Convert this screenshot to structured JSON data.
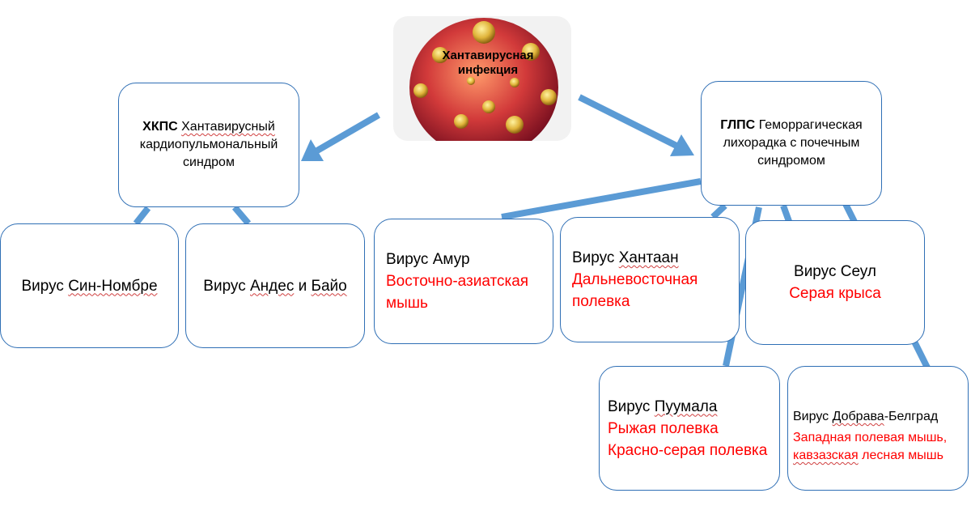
{
  "center": {
    "title_line1": "Хантавирусная",
    "title_line2": "инфекция"
  },
  "hkps": {
    "abbr": "ХКПС",
    "word1": "Хантавирусный",
    "line2": "кардиопульмональный",
    "line3": "синдром"
  },
  "glps": {
    "abbr": "ГЛПС",
    "line1_rest": "Геморрагическая",
    "line2": "лихорадка с почечным",
    "line3": "синдромом"
  },
  "viruses": {
    "sin_nombre": {
      "prefix": "Вирус ",
      "name": "Син-Номбре"
    },
    "andes": {
      "prefix": "Вирус ",
      "name1": "Андес",
      "mid": " и ",
      "name2": "Байо"
    },
    "amur": {
      "title": "Вирус Амур",
      "host_line1": "Восточно-азиатская",
      "host_line2": "мышь"
    },
    "hantaan": {
      "prefix": "Вирус ",
      "name": "Хантаан",
      "host_line1": "Дальневосточная",
      "host_line2": "полевка"
    },
    "seoul": {
      "title": "Вирус Сеул",
      "host": "Серая крыса"
    },
    "puumala": {
      "prefix": "Вирус ",
      "name": "Пуумала",
      "host1": "Рыжая полевка",
      "host2": "Красно-серая полевка"
    },
    "dobrava": {
      "prefix": "Вирус ",
      "name": "Добрава",
      "name_rest": "-Белград",
      "host_line1": "Западная полевая мышь,",
      "host_line2_word": "кавзазская",
      "host_line2_rest": " лесная мышь"
    }
  },
  "colors": {
    "connector": "#5b9bd5",
    "box_border": "#2f6fb5",
    "host_text": "#ff0000",
    "virus_body": "#c8283a",
    "virus_spike": "#e0b43a"
  }
}
